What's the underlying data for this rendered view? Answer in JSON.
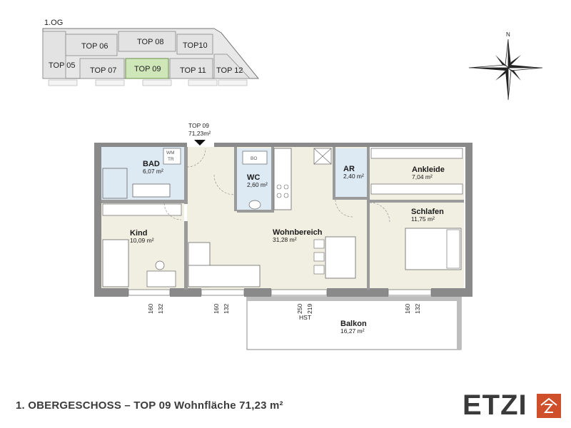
{
  "keyplan": {
    "floor_label": "1.OG",
    "units": [
      "TOP 05",
      "TOP 06",
      "TOP 07",
      "TOP 08",
      "TOP 09",
      "TOP10",
      "TOP 11",
      "TOP 12"
    ],
    "highlight_color": "#cfe6b8"
  },
  "compass": {
    "north_label": "N"
  },
  "entrance": {
    "label": "TOP 09",
    "area": "71,23m²"
  },
  "rooms": {
    "bad": {
      "name": "BAD",
      "area": "6,07 m²",
      "tag1": "WM",
      "tag2": "TR"
    },
    "wc": {
      "name": "WC",
      "area": "2,60 m²",
      "tag": "BO"
    },
    "ar": {
      "name": "AR",
      "area": "2,40 m²"
    },
    "ankleide": {
      "name": "Ankleide",
      "area": "7,04 m²"
    },
    "schlafen": {
      "name": "Schlafen",
      "area": "11,75 m²"
    },
    "kind": {
      "name": "Kind",
      "area": "10,09 m²"
    },
    "wohnbereich": {
      "name": "Wohnbereich",
      "area": "31,28 m²"
    },
    "balkon": {
      "name": "Balkon",
      "area": "16,27 m²"
    }
  },
  "dimensions": [
    {
      "a": "160",
      "b": "132"
    },
    {
      "a": "160",
      "b": "132"
    },
    {
      "a": "250",
      "b": "219",
      "note": "HST"
    },
    {
      "a": "160",
      "b": "132"
    }
  ],
  "footer": {
    "title": "1. OBERGESCHOSS – TOP 09 Wohnfläche 71,23 m²"
  },
  "brand": {
    "name": "ETZI",
    "color": "#cf4f2b"
  }
}
